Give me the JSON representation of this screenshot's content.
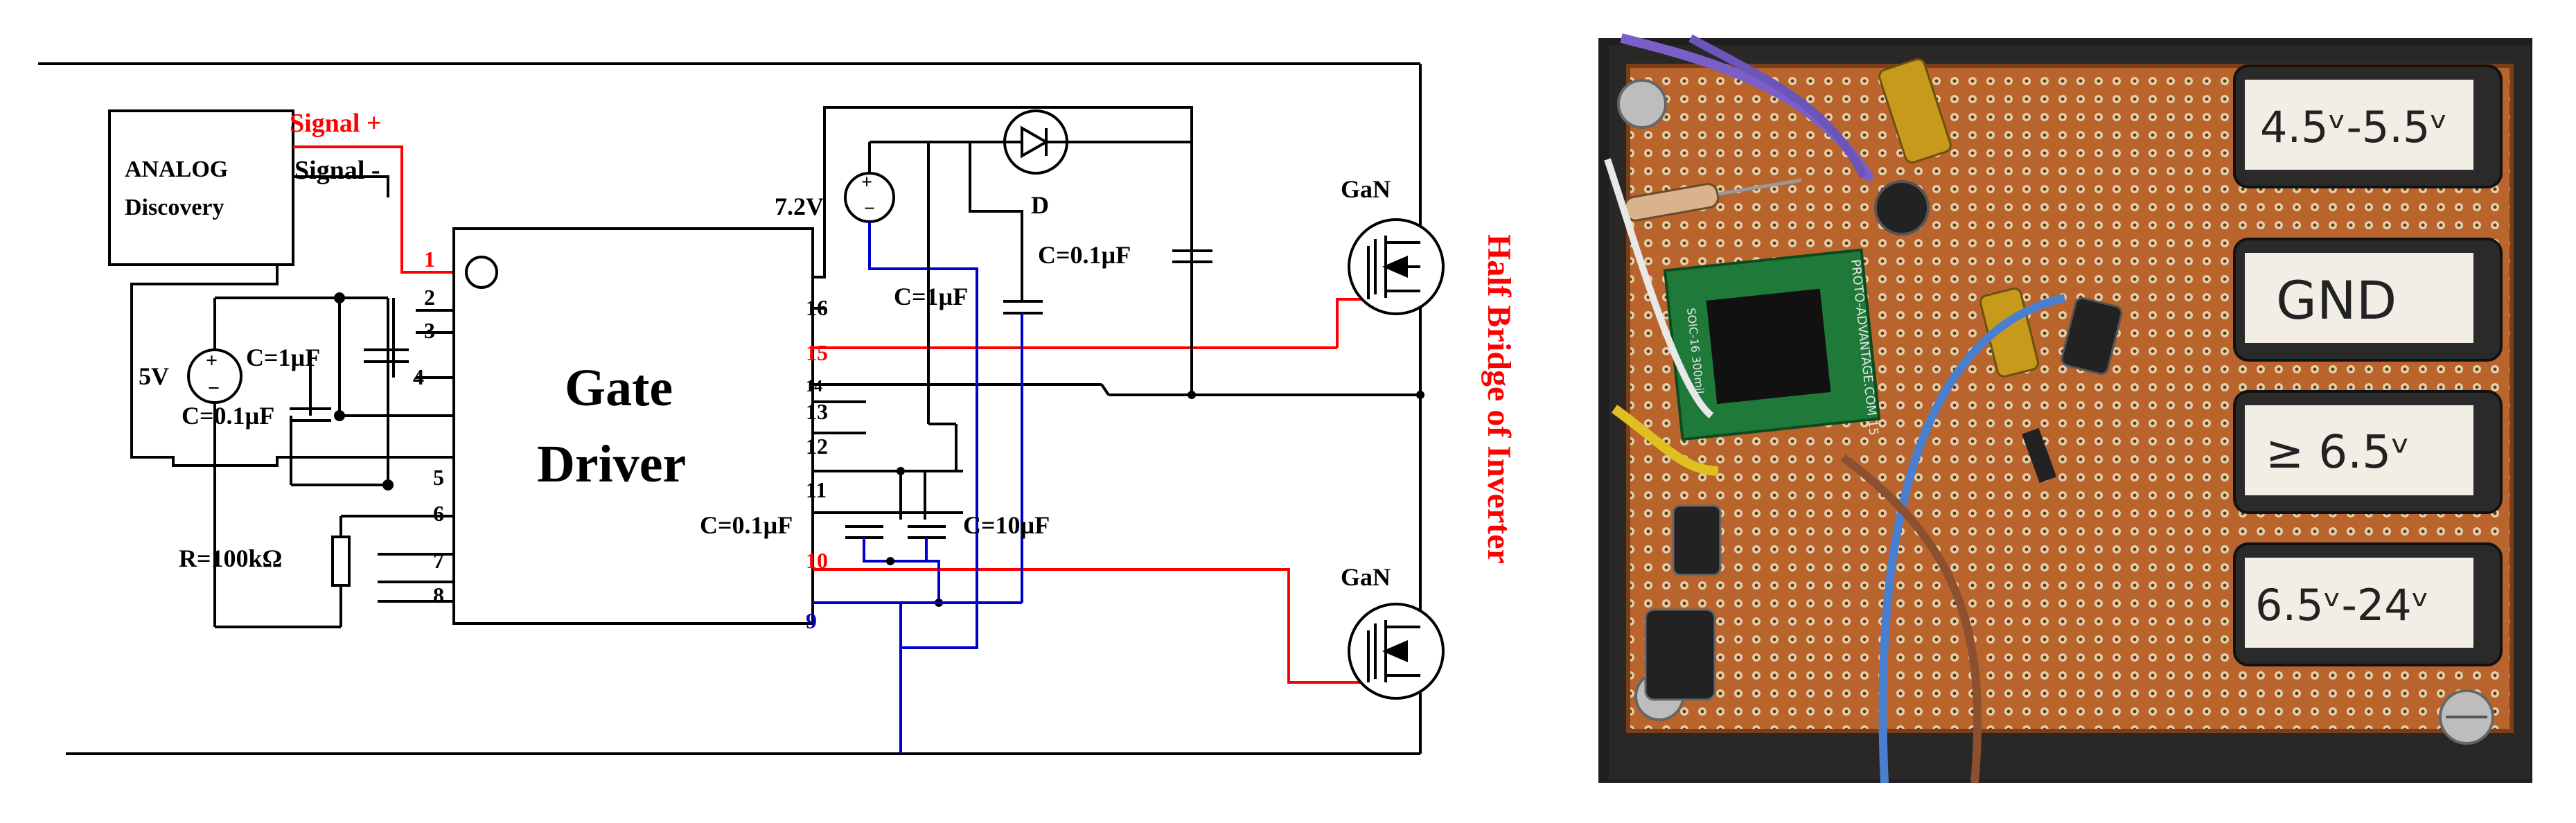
{
  "schematic": {
    "analog_discovery": {
      "line1": "ANALOG",
      "line2": "Discovery"
    },
    "signal_plus": "Signal +",
    "signal_minus": "Signal -",
    "gate_driver": {
      "line1": "Gate",
      "line2": "Driver"
    },
    "pins": [
      "1",
      "2",
      "3",
      "4",
      "5",
      "6",
      "7",
      "8",
      "9",
      "10",
      "11",
      "12",
      "13",
      "14",
      "15",
      "16"
    ],
    "supply_5v": "5V",
    "supply_7v2": "7.2V",
    "c_1uf_left": "C=1µF",
    "c_01uf_left": "C=0.1µF",
    "resistor": "R=100kΩ",
    "diode": "D",
    "c_1uf_top": "C=1µF",
    "c_01uf_top": "C=0.1µF",
    "c_01uf_bottom": "C=0.1µF",
    "c_10uf_bottom": "C=10µF",
    "gan_top": "GaN",
    "gan_bottom": "GaN",
    "half_bridge": "Half Bridge of Inverter",
    "colors": {
      "signal": "#ff0000",
      "wire": "#000000",
      "blue": "#0000cc"
    }
  },
  "photo": {
    "labels": [
      "4.5ᵛ-5.5ᵛ",
      "GND",
      "≥ 6.5ᵛ",
      "6.5ᵛ-24ᵛ"
    ],
    "chip_text": "PROTO-ADVANTAGE.COM 15",
    "chip_sub": "SOIC-16 300mil",
    "colors": {
      "board": "#b8642c",
      "bg": "#1e1e1e",
      "chip": "#1f7a3a"
    }
  }
}
